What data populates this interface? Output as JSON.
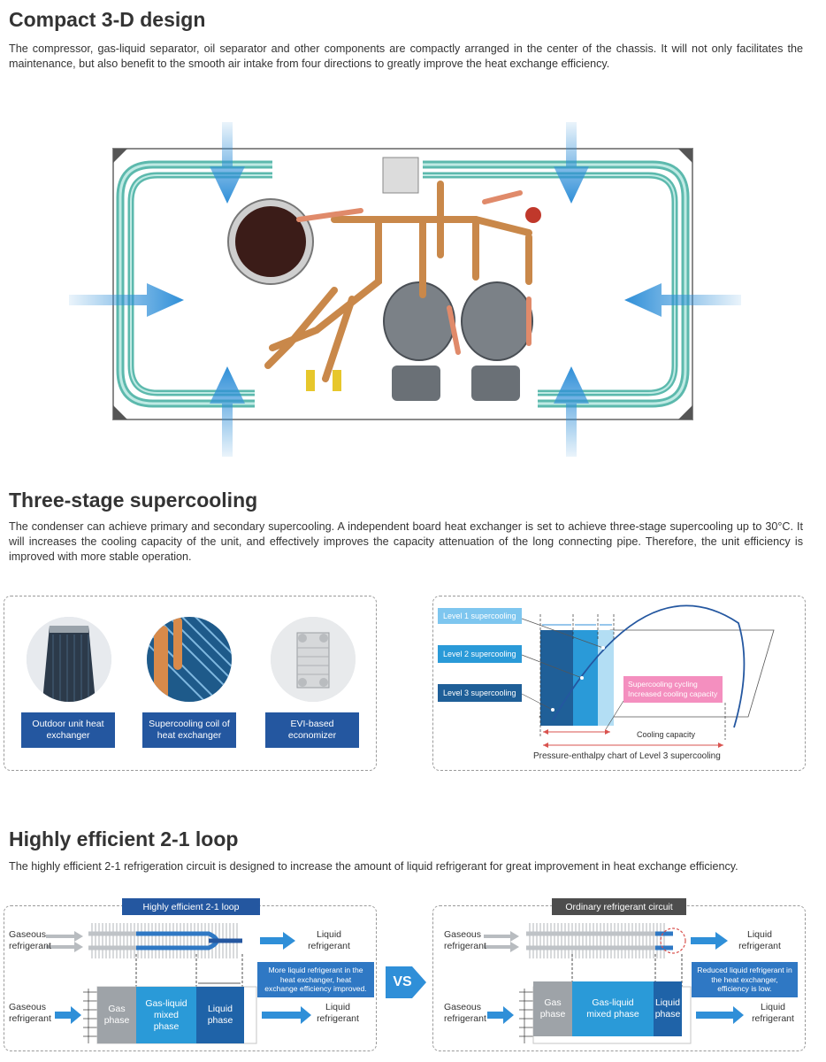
{
  "section1": {
    "title": "Compact 3-D design",
    "body": "The compressor, gas-liquid separator, oil separator and other components are compactly arranged in the center of the chassis. It will not only facilitates the maintenance, but also benefit to the smooth air intake from four directions to greatly improve the heat exchange efficiency."
  },
  "section2": {
    "title": "Three-stage supercooling",
    "body": "The condenser can achieve primary and secondary supercooling. A independent board heat exchanger is set to achieve three-stage supercooling up to 30°C. It will increases the cooling capacity of the unit, and effectively improves the capacity attenuation of the long connecting pipe. Therefore, the unit efficiency is improved with more stable operation.",
    "components": [
      {
        "label": "Outdoor unit heat exchanger"
      },
      {
        "label": "Supercooling coil of heat exchanger"
      },
      {
        "label": "EVI-based economizer"
      }
    ],
    "chart": {
      "level1": "Level 1 supercooling",
      "level2": "Level 2 supercooling",
      "level3": "Level 3 supercooling",
      "cycling_line1": "Supercooling cycling",
      "cycling_line2": "Increased cooling capacity",
      "capacity": "Cooling capacity",
      "caption": "Pressure-enthalpy chart of Level 3 supercooling"
    }
  },
  "section3": {
    "title": "Highly efficient 2-1 loop",
    "body": "The highly efficient 2-1 refrigeration circuit is designed to increase the amount of liquid refrigerant for great improvement in heat exchange efficiency.",
    "vs": "VS",
    "left": {
      "header": "Highly efficient 2-1 loop",
      "gaseous_top_1": "Gaseous",
      "gaseous_top_2": "refrigerant",
      "liquid_top_1": "Liquid",
      "liquid_top_2": "refrigerant",
      "gaseous_bot_1": "Gaseous",
      "gaseous_bot_2": "refrigerant",
      "liquid_bot_1": "Liquid",
      "liquid_bot_2": "refrigerant",
      "gas_1": "Gas",
      "gas_2": "phase",
      "mixed_1": "Gas-liquid",
      "mixed_2": "mixed",
      "mixed_3": "phase",
      "liquidphase_1": "Liquid",
      "liquidphase_2": "phase",
      "note_1": "More liquid refrigerant in the",
      "note_2": "heat exchanger, heat",
      "note_3": "exchange efficiency improved."
    },
    "right": {
      "header": "Ordinary refrigerant circuit",
      "gaseous_top_1": "Gaseous",
      "gaseous_top_2": "refrigerant",
      "liquid_top_1": "Liquid",
      "liquid_top_2": "refrigerant",
      "gaseous_bot_1": "Gaseous",
      "gaseous_bot_2": "refrigerant",
      "liquid_bot_1": "Liquid",
      "liquid_bot_2": "refrigerant",
      "gas_1": "Gas",
      "gas_2": "phase",
      "mixed_1": "Gas-liquid",
      "mixed_2": "mixed phase",
      "liquidphase_1": "Liquid",
      "liquidphase_2": "phase",
      "note_1": "Reduced liquid refrigerant in",
      "note_2": "the heat exchanger,",
      "note_3": "efficiency is low."
    }
  },
  "colors": {
    "navy": "#2457a0",
    "blue": "#2f8fd8",
    "teal": "#7fd3c8",
    "pink": "#f48fbf",
    "gray": "#9ea3a8",
    "darkgray": "#4d4d4d"
  }
}
